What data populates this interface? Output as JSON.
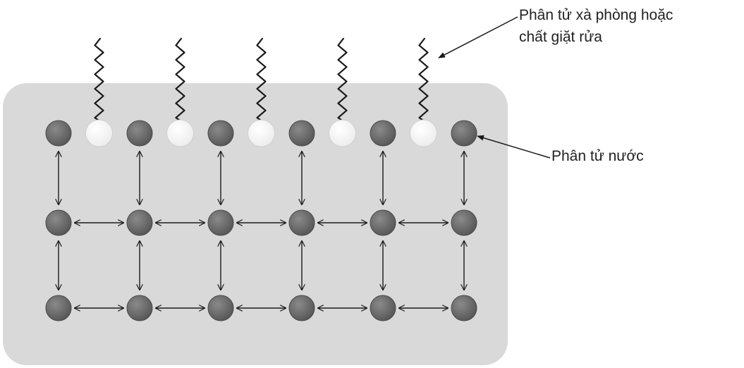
{
  "labels": {
    "soap_molecule": [
      "Phân tử xà phòng hoặc",
      "chất giặt rửa"
    ],
    "water_molecule": "Phân tử nước"
  },
  "colors": {
    "panel": "#d9d9d9",
    "water_molecule": "#6b6b6b",
    "soap_head": "#ffffff",
    "line": "#1a1a1a"
  },
  "diagram": {
    "rows": 3,
    "columns": 11,
    "surface_pattern": [
      "water",
      "soap",
      "water",
      "soap",
      "water",
      "soap",
      "water",
      "soap",
      "water",
      "soap",
      "water"
    ],
    "lower_rows_pattern": "water molecules at even positions only",
    "soap_molecules": 5,
    "water_molecules_top_row": 6,
    "water_molecules_per_lower_row": 6,
    "soap_tail_icon": "zigzag-hydrocarbon-tail",
    "bond_icon": "double-headed-arrow"
  }
}
